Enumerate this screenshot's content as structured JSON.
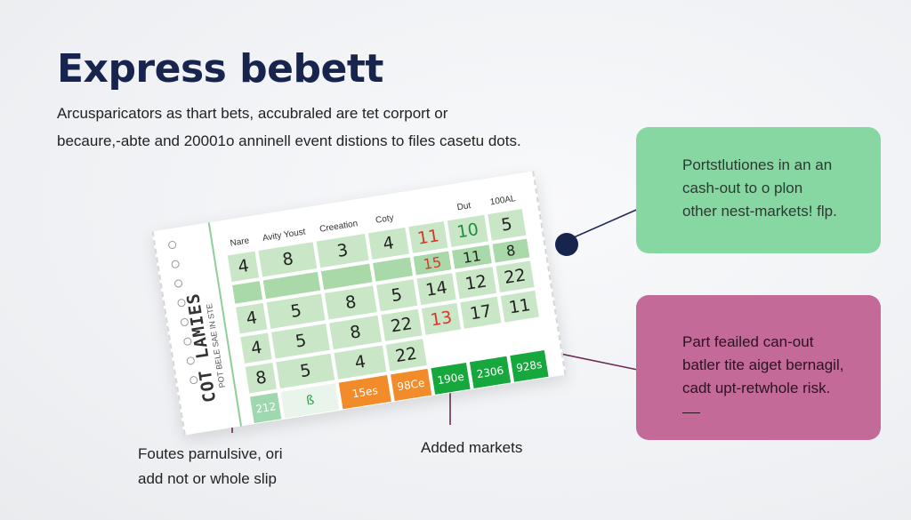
{
  "title": "Express bebett",
  "intro": {
    "line1": "Arcusparicators as thart bets, accubraled are tet corport or",
    "line2": "becaure,-abte and 20001o anninell event distions to files casetu dots."
  },
  "ticket": {
    "stub_text": "COT LAMIES",
    "stub_sub": "POT BELE SAE IN STE",
    "headers": [
      "Nare",
      "Avity Youst",
      "Creeation",
      "Coty",
      "Dut",
      "100AL"
    ],
    "rows": [
      [
        "4",
        "8",
        "3",
        "4",
        "11",
        "10",
        "5"
      ],
      [
        "",
        "",
        "",
        "",
        "15",
        "11",
        "8"
      ],
      [
        "4",
        "5",
        "8",
        "5",
        "14",
        "12",
        "22"
      ],
      [
        "4",
        "5",
        "8",
        "22",
        "13",
        "17",
        "11"
      ],
      [
        "8",
        "5",
        "4",
        "22",
        "",
        "",
        ""
      ]
    ],
    "footer": [
      "212",
      "ß",
      "15es",
      "98Ce",
      "190e",
      "2306",
      "928s"
    ],
    "colors": {
      "red": "#d8362d",
      "orange": "#f28c2b",
      "green": "#17a83d",
      "cell": "#c9e7c7"
    }
  },
  "callouts": {
    "green": {
      "line1": "Portstlutiones in an an",
      "line2": "cash-out to o plon",
      "line3": "other nest-markets! flp.",
      "color": "#86d7a2"
    },
    "pink": {
      "line1": "Part feailed can-out",
      "line2": "batler tite aiget bernagil,",
      "line3": "cadt upt-retwhole risk.",
      "color": "#c36a99"
    }
  },
  "labels": {
    "left_line1": "Foutes parnulsive, ori",
    "left_line2": "add not or whole slip",
    "center": "Added markets"
  },
  "accent_color": "#17244e"
}
